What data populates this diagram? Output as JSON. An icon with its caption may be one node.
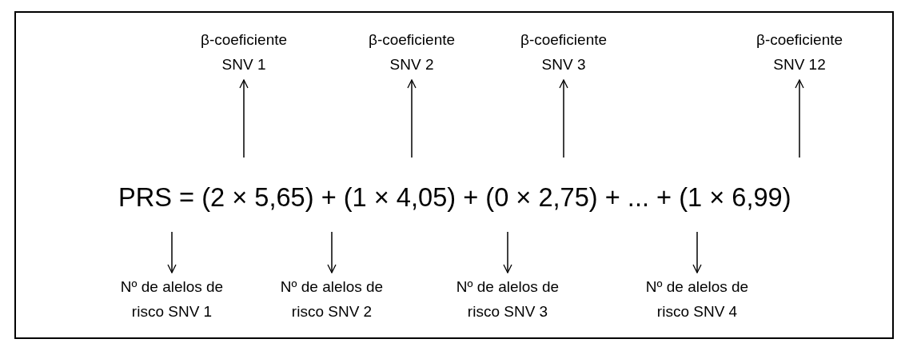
{
  "diagram": {
    "nodes": [
      {
        "text": [
          "β-coeficiente SNV 1"
        ]
      },
      {
        "text": [
          "β-coeficiente SNV 2"
        ]
      },
      {
        "text": [
          "β-coeficiente SNV 3"
        ]
      },
      {
        "text": [
          "β-coeficiente SNV 12"
        ]
      },
      {
        "text": [
          "Nº de alelos de risco SNV 1"
        ]
      },
      {
        "text": [
          "Nº de alelos de risco SNV 2"
        ]
      },
      {
        "text": [
          "Nº de alelos de risco SNV 3"
        ]
      },
      {
        "text": [
          "Nº de alelos de risco SNV 4"
        ]
      }
    ],
    "edges": [
      {
        "from": null,
        "to": 0,
        "arrow": "to"
      },
      {
        "from": null,
        "to": 1,
        "arrow": "to"
      },
      {
        "from": null,
        "to": 2,
        "arrow": "to"
      },
      {
        "from": null,
        "to": 3,
        "arrow": "to"
      },
      {
        "from": null,
        "to": 4,
        "arrow": "to"
      },
      {
        "from": null,
        "to": 5,
        "arrow": "to"
      },
      {
        "from": null,
        "to": 6,
        "arrow": "to"
      },
      {
        "from": null,
        "to": 7,
        "arrow": "to"
      }
    ],
    "labels": [
      "PRS = (2 × 5,65) + (1 × 4,05) + (0 × 2,75) + ... + (1 × 6,99)"
    ]
  }
}
